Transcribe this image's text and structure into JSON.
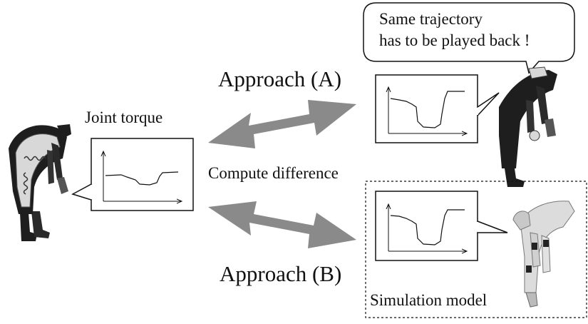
{
  "speech_bubble": {
    "line1": "Same trajectory",
    "line2": "has to be played back !"
  },
  "labels": {
    "approach_a": "Approach (A)",
    "approach_b": "Approach (B)",
    "joint_torque": "Joint torque",
    "compute_difference": "Compute difference",
    "simulation_model": "Simulation model"
  },
  "colors": {
    "arrow": "#8a8a8a",
    "robot_dark": "#1e1e1e",
    "robot_silver": "#d8d8d8",
    "panel_outline": "#111111"
  },
  "figures": {
    "left": "real-robot-with-torque-overlay",
    "top_right": "real-robot-bending",
    "bottom_right": "simulated-robot-bending"
  }
}
